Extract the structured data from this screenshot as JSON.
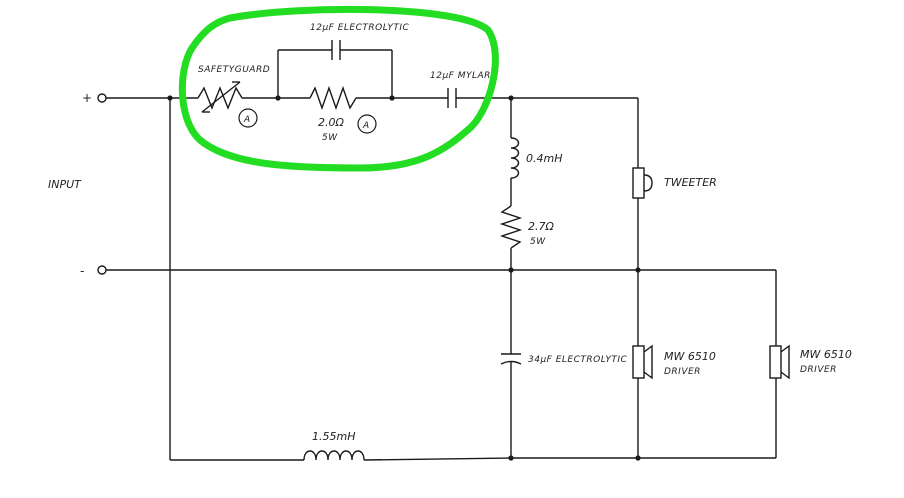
{
  "labels": {
    "plus": "+",
    "minus": "-",
    "input": "INPUT",
    "cap_top": "12μF ELECTROLYTIC",
    "safety": "SAFETYGUARD",
    "res_value": "2.0Ω",
    "res_watt": "5W",
    "mark_a1": "A",
    "mark_a2": "A",
    "cap_mylar": "12μF MYLAR",
    "ind_small": "0.4mH",
    "res_small_value": "2.7Ω",
    "res_small_watt": "5W",
    "tweeter": "TWEETER",
    "cap_electro": "34μF ELECTROLYTIC",
    "driver1_model": "MW 6510",
    "driver1_type": "DRIVER",
    "driver2_model": "MW 6510",
    "driver2_type": "DRIVER",
    "ind_big": "1.55mH"
  },
  "colors": {
    "line": "#1a1a1a",
    "highlight": "#22dd22",
    "background": "#ffffff"
  }
}
